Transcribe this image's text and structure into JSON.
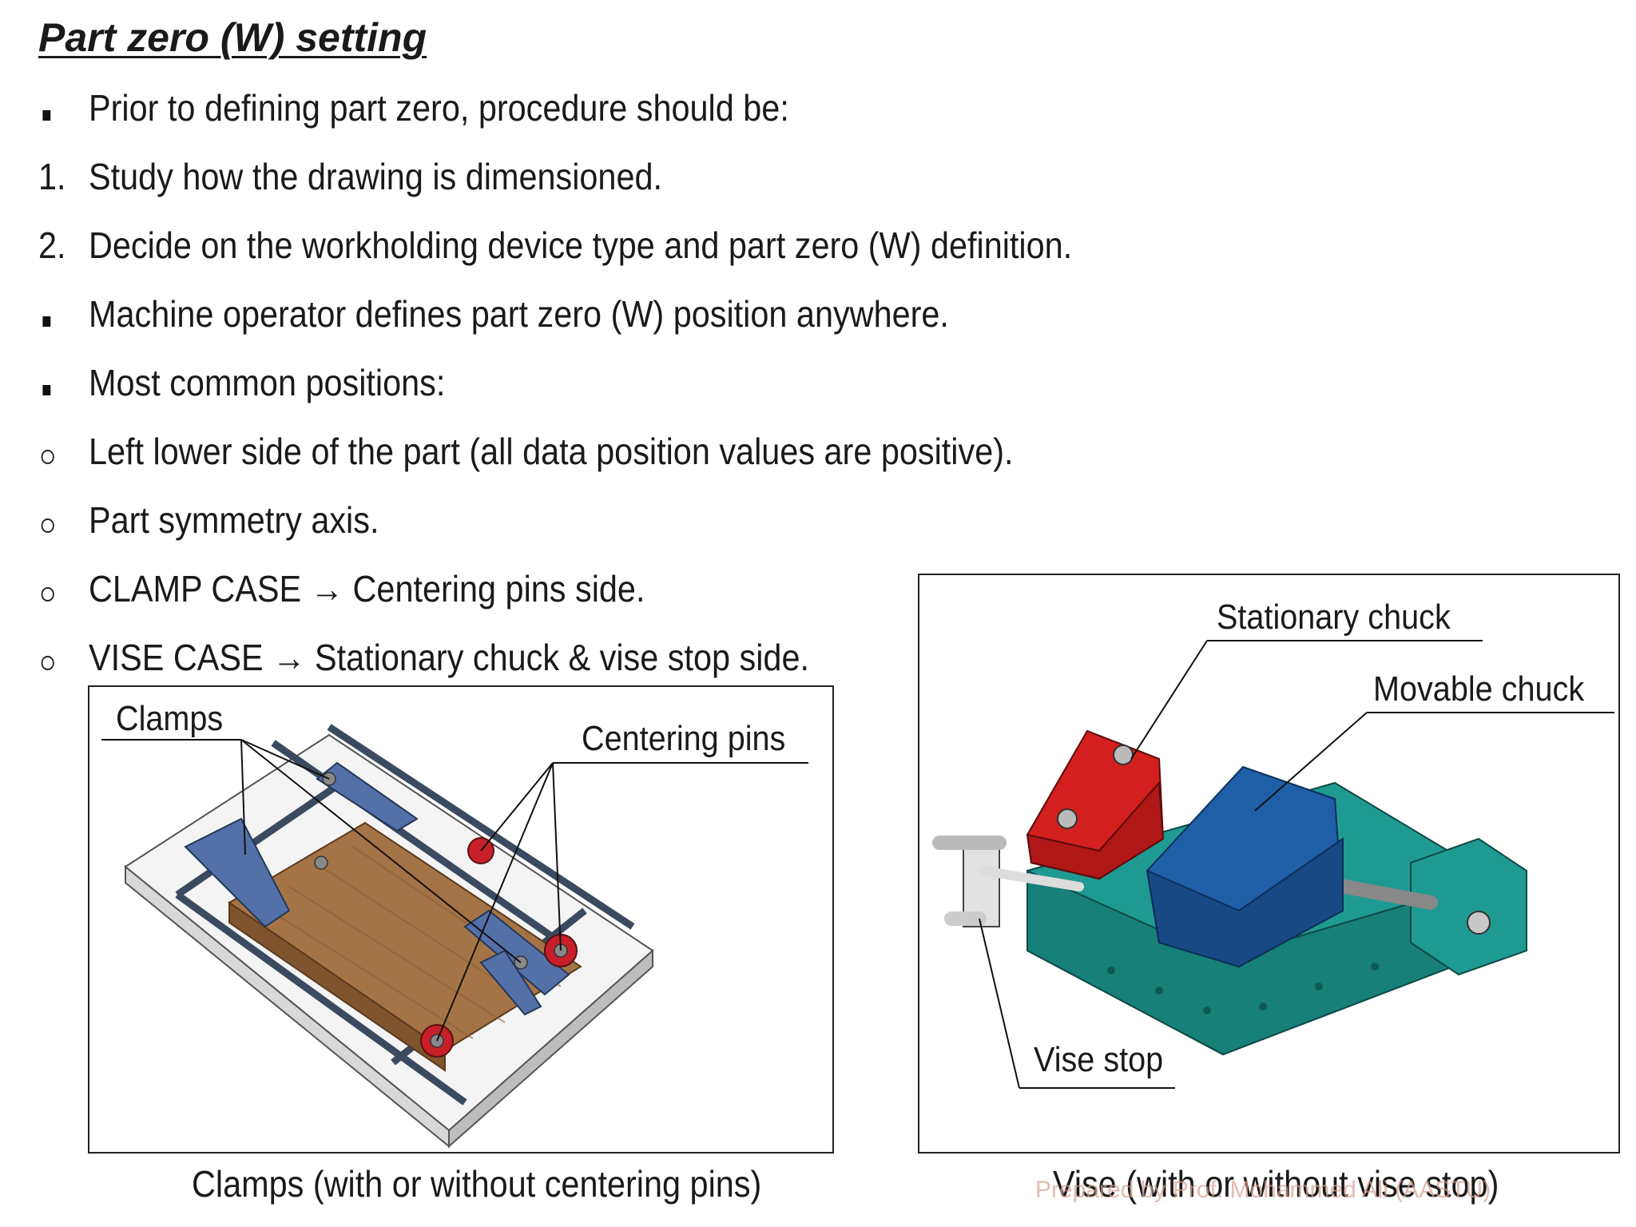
{
  "title": "Part zero (W) setting",
  "items": [
    {
      "marker": "square",
      "text": "Prior to defining part zero, procedure should be:"
    },
    {
      "marker": "1.",
      "text": "Study how the drawing is dimensioned."
    },
    {
      "marker": "2.",
      "text": "Decide on the workholding device type and part zero (W) definition."
    },
    {
      "marker": "square",
      "text": "Machine operator defines part zero (W) position anywhere."
    },
    {
      "marker": "square",
      "text": "Most common positions:"
    },
    {
      "marker": "circle",
      "text": "Left lower side of the part (all data position values are positive)."
    },
    {
      "marker": "circle",
      "text": "Part symmetry axis."
    },
    {
      "marker": "circle",
      "text": "CLAMP CASE → Centering pins side."
    },
    {
      "marker": "circle",
      "text": "VISE CASE → Stationary chuck & vise stop side."
    }
  ],
  "figure_clamps": {
    "label_clamps": "Clamps",
    "label_pins": "Centering pins",
    "caption": "Clamps (with or without centering pins)"
  },
  "figure_vise": {
    "label_stationary": "Stationary chuck",
    "label_movable": "Movable chuck",
    "label_stop": "Vise stop",
    "caption": "Vise (with or without vise stop)"
  },
  "watermark": "Prepared by Prof. Mohammed Ali (AASTU)",
  "colors": {
    "wood": "#9a6a3c",
    "clamp": "#5470a8",
    "pin": "#c8202a",
    "vise_body": "#1f9a92",
    "movable": "#1f5fa8",
    "stationary": "#d41f1f"
  }
}
